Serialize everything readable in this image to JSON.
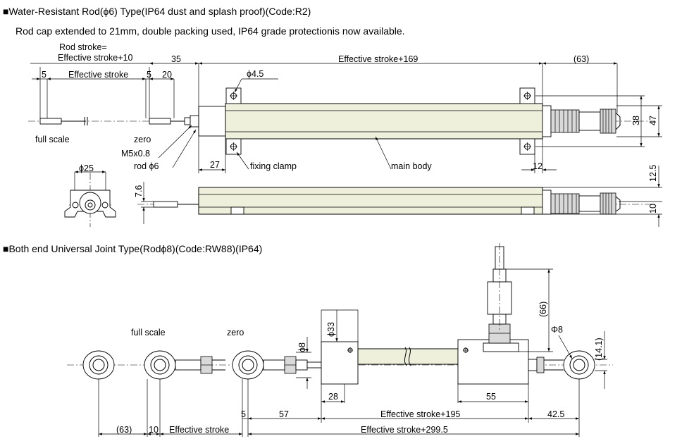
{
  "section1": {
    "title": "■Water-Resistant Rod(ϕ6) Type(IP64 dust and splash proof)(Code:R2)",
    "subtitle": "Rod cap extended to 21mm, double packing used, IP64 grade protectionis now available.",
    "labels": {
      "rod_stroke_1": "Rod stroke=",
      "rod_stroke_2": "Effective stroke+10",
      "dim_35": "35",
      "dim_body": "Effective stroke+169",
      "dim_63": "(63)",
      "dim_5a": "5",
      "effective_stroke": "Effective stroke",
      "dim_5b": "5",
      "dim_20": "20",
      "phi45": "ϕ4.5",
      "dim_38": "38",
      "dim_47": "47",
      "full_scale": "full scale",
      "zero": "zero",
      "m5": "M5x0.8",
      "rod6": "rod ϕ6",
      "dim_27": "27",
      "fixing_clamp": "fixing clamp",
      "main_body": "main body",
      "dim_12": "12",
      "phi25": "ϕ25",
      "dim_76": "7.6",
      "dim_125": "12.5",
      "dim_10": "10"
    }
  },
  "section2": {
    "title": "■Both end Universal Joint Type(Rodϕ8)(Code:RW88)(IP64)",
    "labels": {
      "full_scale": "full scale",
      "zero": "zero",
      "phi8a": "ϕ8",
      "phi33": "ϕ33",
      "dim_66": "(66)",
      "phi8b": "Φ8",
      "dim_141": "(14.1)",
      "dim_28": "28",
      "dim_55": "55",
      "dim_195": "Effective stroke+195",
      "dim_425": "42.5",
      "dim_5": "5",
      "dim_57": "57",
      "dim_63": "(63)",
      "dim_10": "10",
      "effective_stroke": "Effective stroke",
      "dim_2995": "Effective stroke+299.5"
    }
  }
}
